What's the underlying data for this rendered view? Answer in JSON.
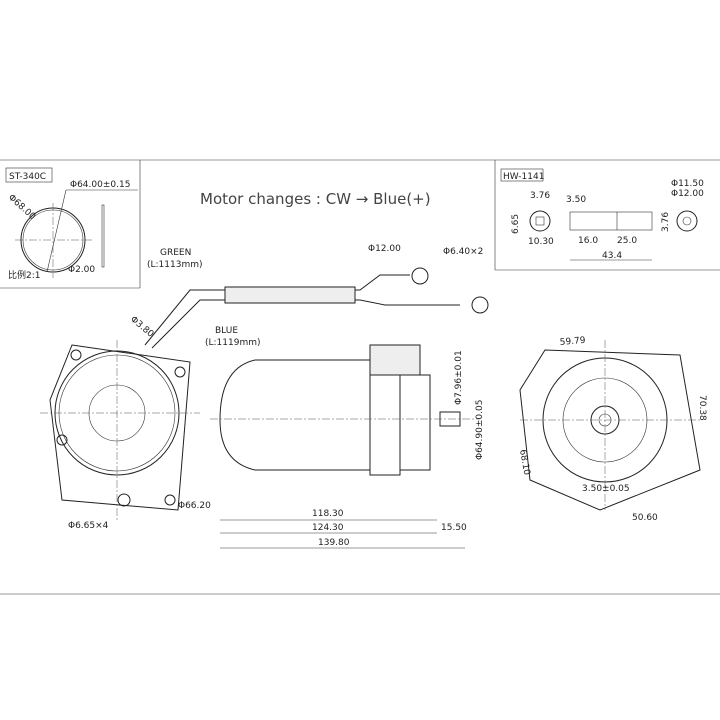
{
  "title": "Motor changes : CW → Blue(+)",
  "insets": {
    "magnet": {
      "code": "ST-340C",
      "dia_outer": "Φ68.00",
      "dia_inner": "Φ64.00±0.15",
      "thickness": "Φ2.00",
      "scale": "比例2:1"
    },
    "coupler": {
      "code": "HW-1141",
      "d1": "3.76",
      "d2": "6.65",
      "d3": "10.30",
      "d4": "3.50",
      "d5": "16.0",
      "d6": "25.0",
      "d7": "43.4",
      "d8": "Φ11.50",
      "d9": "Φ12.00",
      "d10": "3.76"
    }
  },
  "wires": {
    "green": "GREEN",
    "green_len": "(L:1113mm)",
    "blue": "BLUE",
    "blue_len": "(L:1119mm)",
    "terminal1": "Φ12.00",
    "terminal2": "Φ6.40×2",
    "wire_dia": "Φ3.80"
  },
  "front_view": {
    "bolt": "Φ6.65×4",
    "dia": "Φ66.20"
  },
  "side_view": {
    "shaft": "Φ7.96±0.01",
    "body": "Φ64.90±0.05",
    "len1": "118.30",
    "len2": "124.30",
    "len3": "139.80",
    "shaft_len": "15.50"
  },
  "rear_view": {
    "w1": "59.79",
    "h1": "70.38",
    "diag": "68.10",
    "flat": "3.50±0.05",
    "w2": "50.60"
  }
}
